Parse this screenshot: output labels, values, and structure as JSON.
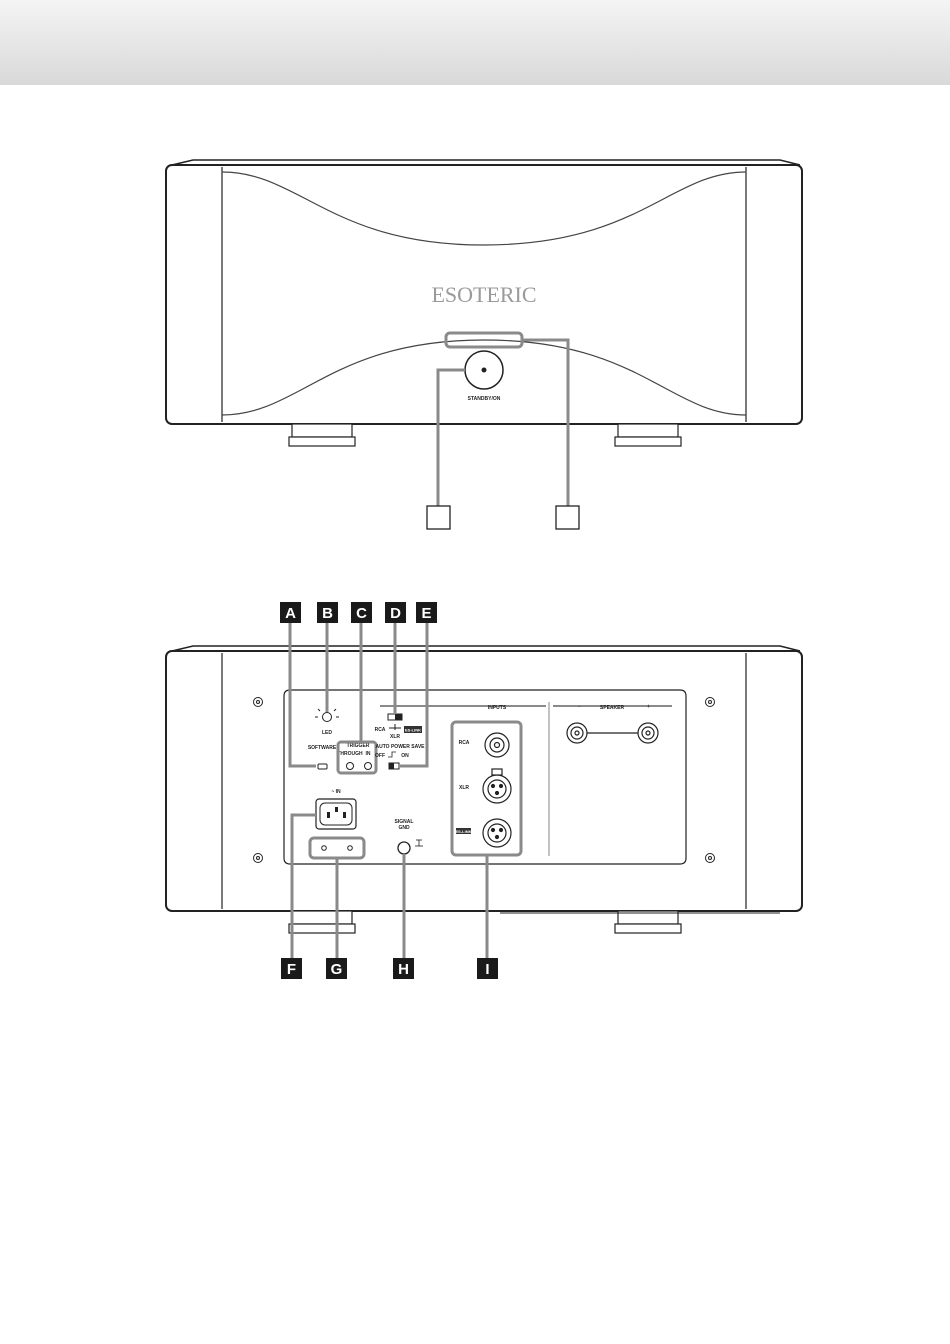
{
  "front_panel": {
    "brand_logo": "ESOTERIC",
    "power_button_label": "STANDBY/ON",
    "callouts": [
      "",
      ""
    ]
  },
  "rear_panel": {
    "callouts": [
      "A",
      "B",
      "C",
      "D",
      "E",
      "F",
      "G",
      "H",
      "I"
    ],
    "software_label": "SOFTWARE",
    "led_label": "LED",
    "trigger_label": "TRIGGER",
    "trigger_through_label": "THROUGH",
    "trigger_in_label": "IN",
    "input_select_rca": "RCA",
    "input_select_xlr": "XLR",
    "input_select_esl": "ES-LINK",
    "auto_power_save_label": "AUTO POWER SAVE",
    "auto_power_save_off": "OFF",
    "auto_power_save_on": "ON",
    "ac_in_label": "~ IN",
    "signal_gnd_line1": "SIGNAL",
    "signal_gnd_line2": "GND",
    "inputs_header": "INPUTS",
    "speaker_header": "SPEAKER",
    "speaker_minus": "–",
    "speaker_plus": "+",
    "input_rca": "RCA",
    "input_xlr": "XLR",
    "input_esl": "ES-LINK"
  },
  "colors": {
    "callout_outline": "#8a8a8a",
    "tag_fill": "#1a1a1a",
    "esl_badge": "#333333"
  }
}
